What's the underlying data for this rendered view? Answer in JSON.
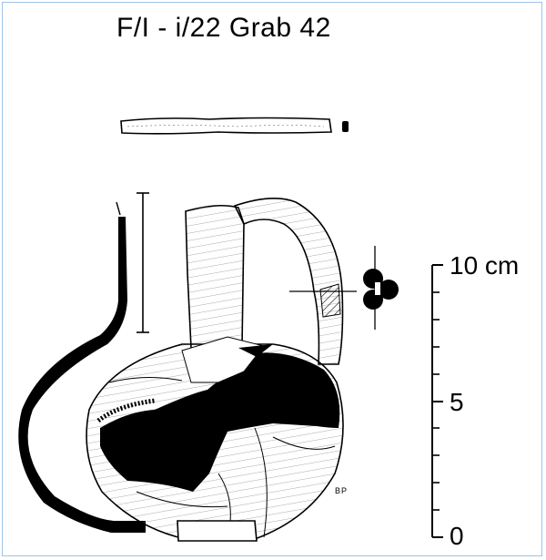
{
  "figure": {
    "title": "F/I - i/22 Grab 42",
    "artist_initials": "BP"
  },
  "scale_bar": {
    "labels": [
      "10 cm",
      "5",
      "0"
    ]
  }
}
